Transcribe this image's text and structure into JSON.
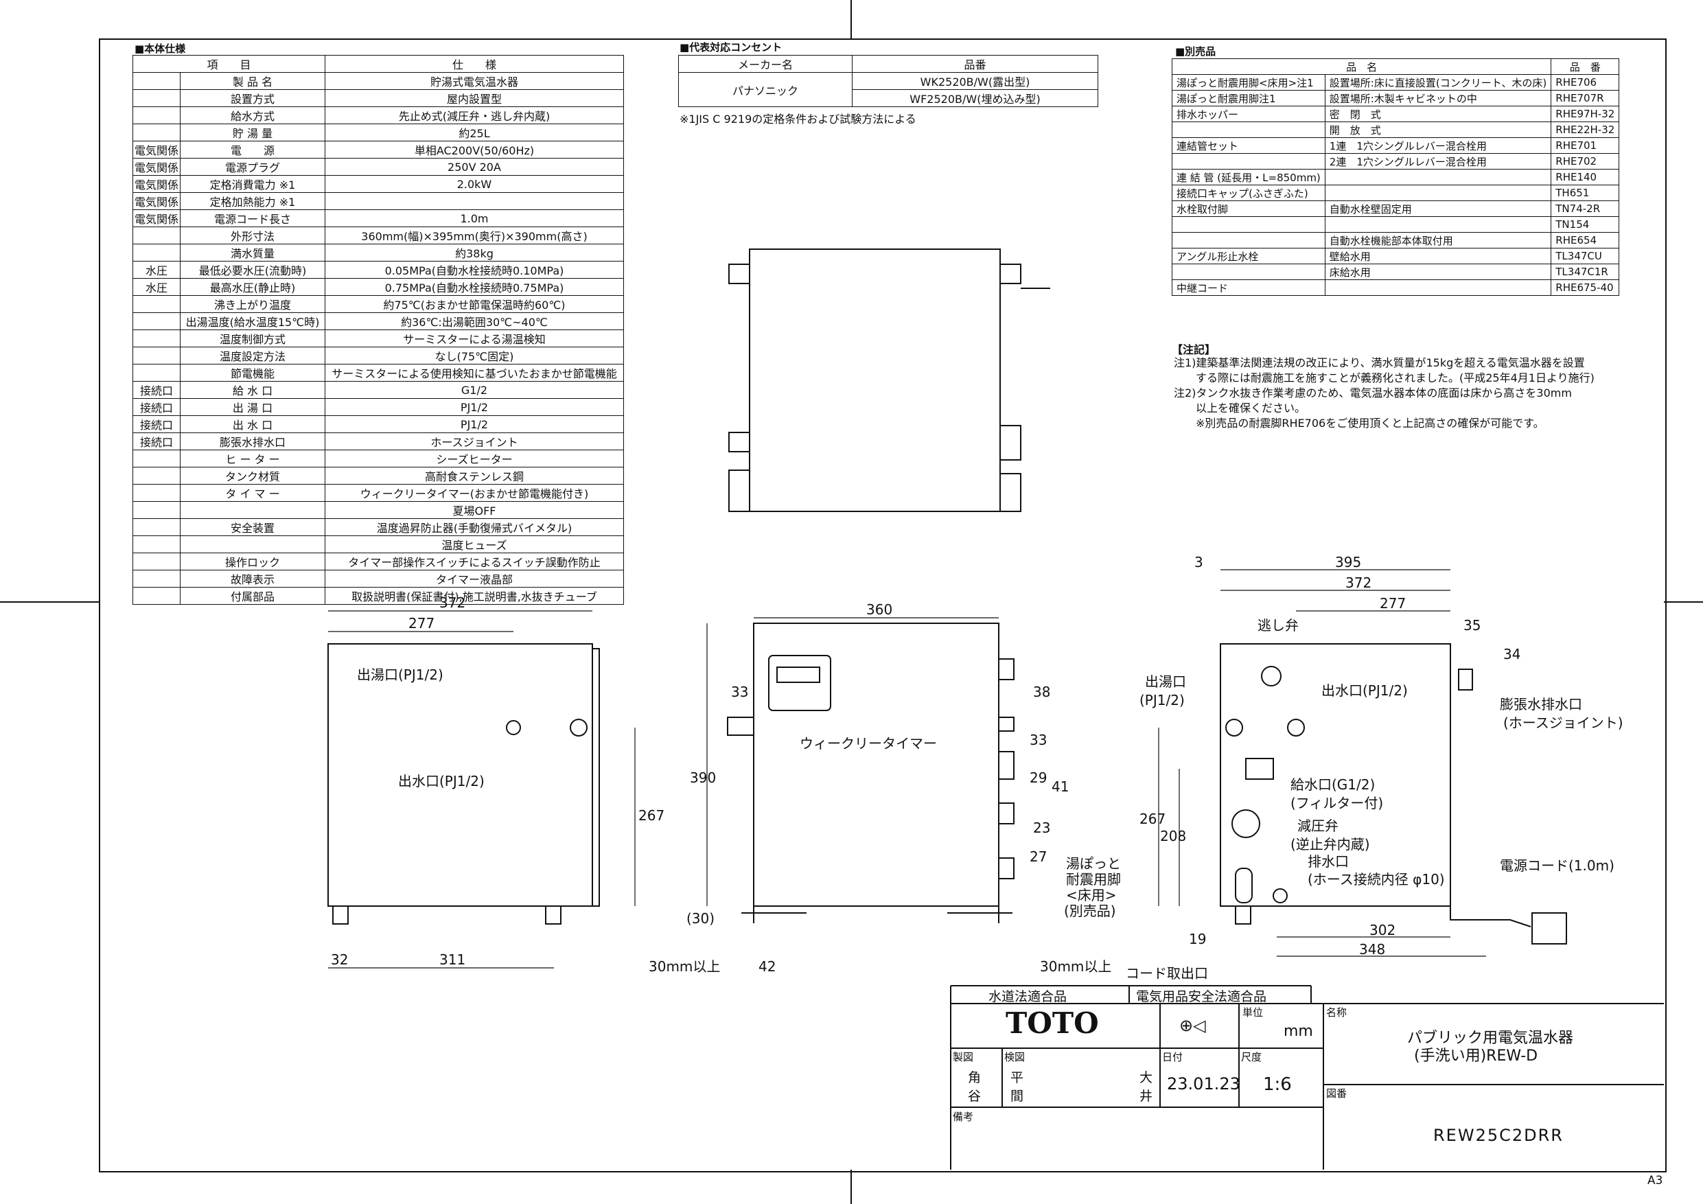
{
  "spec": {
    "heading": "■本体仕様",
    "col_item": "項　　目",
    "col_spec": "仕　　様",
    "rows": [
      {
        "group": "",
        "label": "製 品 名",
        "value": "貯湯式電気温水器"
      },
      {
        "group": "",
        "label": "設置方式",
        "value": "屋内設置型"
      },
      {
        "group": "",
        "label": "給水方式",
        "value": "先止め式(減圧弁・逃し弁内蔵)"
      },
      {
        "group": "",
        "label": "貯 湯 量",
        "value": "約25L"
      },
      {
        "group": "電気関係",
        "label": "電　　源",
        "value": "単相AC200V(50/60Hz)"
      },
      {
        "group": "電気関係",
        "label": "電源プラグ",
        "value": "250V 20A"
      },
      {
        "group": "電気関係",
        "label": "定格消費電力 ※1",
        "value": "2.0kW"
      },
      {
        "group": "電気関係",
        "label": "定格加熱能力 ※1",
        "value": ""
      },
      {
        "group": "電気関係",
        "label": "電源コード長さ",
        "value": "1.0m"
      },
      {
        "group": "",
        "label": "外形寸法",
        "value": "360mm(幅)×395mm(奥行)×390mm(高さ)"
      },
      {
        "group": "",
        "label": "満水質量",
        "value": "約38kg"
      },
      {
        "group": "水圧",
        "label": "最低必要水圧(流動時)",
        "value": "0.05MPa(自動水栓接続時0.10MPa)"
      },
      {
        "group": "水圧",
        "label": "最高水圧(静止時)",
        "value": "0.75MPa(自動水栓接続時0.75MPa)"
      },
      {
        "group": "",
        "label": "沸き上がり温度",
        "value": "約75℃(おまかせ節電保温時約60℃)"
      },
      {
        "group": "",
        "label": "出湯温度(給水温度15℃時)",
        "value": "約36℃:出湯範囲30℃~40℃"
      },
      {
        "group": "",
        "label": "温度制御方式",
        "value": "サーミスターによる湯温検知"
      },
      {
        "group": "",
        "label": "温度設定方法",
        "value": "なし(75℃固定)"
      },
      {
        "group": "",
        "label": "節電機能",
        "value": "サーミスターによる使用検知に基づいたおまかせ節電機能"
      },
      {
        "group": "接続口",
        "label": "給 水 口",
        "value": "G1/2"
      },
      {
        "group": "接続口",
        "label": "出 湯 口",
        "value": "PJ1/2"
      },
      {
        "group": "接続口",
        "label": "出 水 口",
        "value": "PJ1/2"
      },
      {
        "group": "接続口",
        "label": "膨張水排水口",
        "value": "ホースジョイント"
      },
      {
        "group": "",
        "label": "ヒ ー タ ー",
        "value": "シーズヒーター"
      },
      {
        "group": "",
        "label": "タンク材質",
        "value": "高耐食ステンレス鋼"
      },
      {
        "group": "",
        "label": "タ イ マ ー",
        "value": "ウィークリータイマー(おまかせ節電機能付き)"
      },
      {
        "group": "",
        "label": "",
        "value": "夏場OFF"
      },
      {
        "group": "",
        "label": "安全装置",
        "value": "温度過昇防止器(手動復帰式バイメタル)"
      },
      {
        "group": "",
        "label": "",
        "value": "温度ヒューズ"
      },
      {
        "group": "",
        "label": "操作ロック",
        "value": "タイマー部操作スイッチによるスイッチ誤動作防止"
      },
      {
        "group": "",
        "label": "故障表示",
        "value": "タイマー液晶部"
      },
      {
        "group": "",
        "label": "付属部品",
        "value": "取扱説明書(保証書付),施工説明書,水抜きチューブ"
      }
    ]
  },
  "outlet": {
    "heading": "■代表対応コンセント",
    "col_maker": "メーカー名",
    "col_part": "品番",
    "maker": "パナソニック",
    "parts": [
      "WK2520B/W(露出型)",
      "WF2520B/W(埋め込み型)"
    ],
    "note": "※1JIS C 9219の定格条件および試験方法による"
  },
  "options": {
    "heading": "■別売品",
    "col_name": "品　名",
    "col_part": "品　番",
    "rows": [
      {
        "a": "湯ぽっと耐震用脚<床用>注1",
        "b": "設置場所:床に直接設置(コンクリート、木の床)",
        "part": "RHE706"
      },
      {
        "a": "湯ぽっと耐震用脚注1",
        "b": "設置場所:木製キャビネットの中",
        "part": "RHE707R"
      },
      {
        "a": "排水ホッパー",
        "b": "密　閉　式",
        "part": "RHE97H-32"
      },
      {
        "a": "",
        "b": "開　放　式",
        "part": "RHE22H-32"
      },
      {
        "a": "連結管セット",
        "b": "1連　1穴シングルレバー混合栓用",
        "part": "RHE701"
      },
      {
        "a": "",
        "b": "2連　1穴シングルレバー混合栓用",
        "part": "RHE702"
      },
      {
        "a": "連 結 管 (延長用・L=850mm)",
        "b": "",
        "part": "RHE140"
      },
      {
        "a": "接続口キャップ(ふさぎふた)",
        "b": "",
        "part": "TH651"
      },
      {
        "a": "水栓取付脚",
        "b": "自動水栓壁固定用",
        "part": "TN74-2R"
      },
      {
        "a": "",
        "b": "",
        "part": "TN154"
      },
      {
        "a": "",
        "b": "自動水栓機能部本体取付用",
        "part": "RHE654"
      },
      {
        "a": "アングル形止水栓",
        "b": "壁給水用",
        "part": "TL347CU"
      },
      {
        "a": "",
        "b": "床給水用",
        "part": "TL347C1R"
      },
      {
        "a": "中継コード",
        "b": "",
        "part": "RHE675-40"
      }
    ],
    "notes_heading": "【注記】",
    "notes": [
      "注1)建築基準法関連法規の改正により、満水質量が15kgを超える電気温水器を設置",
      "　　する際には耐震施工を施すことが義務化されました。(平成25年4月1日より施行)",
      "注2)タンク水抜き作業考慮のため、電気温水器本体の底面は床から高さを30mm",
      "　　以上を確保ください。",
      "　　※別売品の耐震脚RHE706をご使用頂くと上記高さの確保が可能です。"
    ]
  },
  "drawing": {
    "dims_left": [
      "372",
      "277",
      "267",
      "32",
      "311"
    ],
    "labels_left": [
      "出湯口(PJ1/2)",
      "出水口(PJ1/2)"
    ],
    "dims_mid": [
      "360",
      "33",
      "38",
      "390",
      "33",
      "29",
      "41",
      "23",
      "27",
      "(30)",
      "42",
      "30mm以上",
      "30mm以上"
    ],
    "labels_mid": [
      "ウィークリータイマー",
      "湯ぽっと",
      "耐震用脚",
      "<床用>",
      "(別売品)"
    ],
    "dims_right": [
      "3",
      "395",
      "372",
      "277",
      "35",
      "34",
      "267",
      "208",
      "19",
      "302",
      "348"
    ],
    "labels_right": [
      "逃し弁",
      "出湯口",
      "(PJ1/2)",
      "出水口(PJ1/2)",
      "膨張水排水口",
      "(ホースジョイント)",
      "給水口(G1/2)",
      "(フィルター付)",
      "減圧弁",
      "(逆止弁内蔵)",
      "排水口",
      "(ホース接続内径 φ10)",
      "電源コード(1.0m)",
      "コード取出口"
    ]
  },
  "title_block": {
    "cert1": "水道法適合品",
    "cert2": "電気用品安全法適合品",
    "logo": "TOTO",
    "unit_label": "単位",
    "unit": "mm",
    "name_label": "名称",
    "name_line1": "パブリック用電気温水器",
    "name_line2": "(手洗い用)REW-D",
    "made_label": "製図",
    "made_by": "角谷",
    "check_label": "検図",
    "check_by1": "平間",
    "check_by2": "大井",
    "date_label": "日付",
    "date": "23.01.23",
    "scale_label": "尺度",
    "scale": "1:6",
    "drawing_no_label": "図番",
    "drawing_no": "REW25C2DRR",
    "remarks_label": "備考"
  },
  "sheet_size": "A3"
}
